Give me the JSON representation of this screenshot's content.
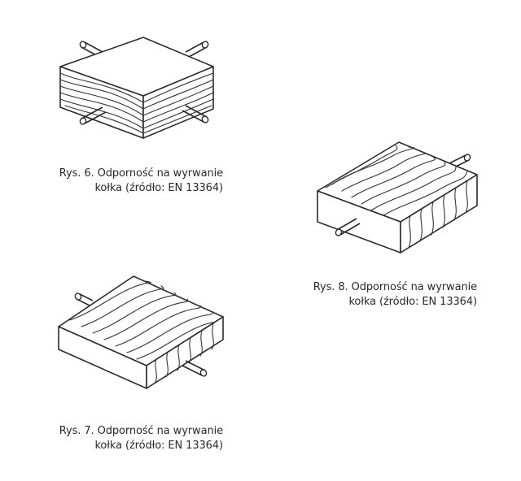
{
  "figures": [
    {
      "id": "rys6",
      "caption_line1": "Rys. 6. Odporność na wyrwanie",
      "caption_line2": "kołka (źródło: EN 13364)"
    },
    {
      "id": "rys7",
      "caption_line1": "Rys. 7. Odporność na wyrwanie",
      "caption_line2": "kołka (źródło: EN 13364)"
    },
    {
      "id": "rys8",
      "caption_line1": "Rys. 8. Odporność na wyrwanie",
      "caption_line2": "kołka (źródło: EN 13364)"
    }
  ]
}
